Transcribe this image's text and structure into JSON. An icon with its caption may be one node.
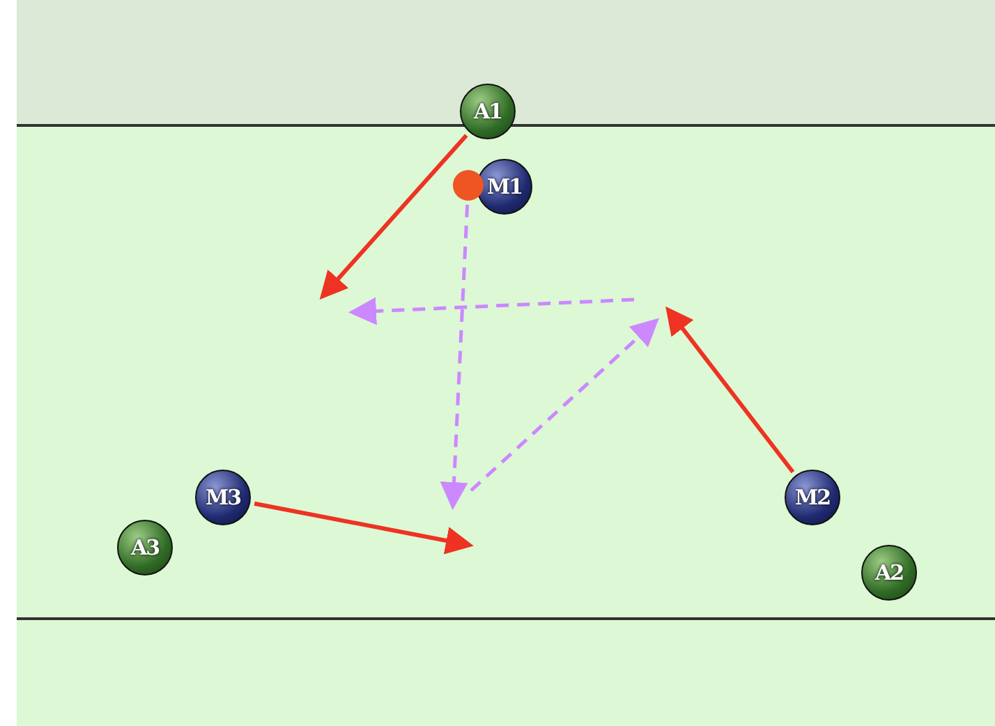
{
  "diagram": {
    "nodes": [
      {
        "text": [
          "A1"
        ]
      },
      {
        "text": [
          "M1"
        ]
      },
      {
        "text": [],
        "shape": "circle"
      },
      {
        "text": [
          "M3"
        ]
      },
      {
        "text": [
          "A3"
        ]
      },
      {
        "text": [
          "M2"
        ]
      },
      {
        "text": [
          "A2"
        ]
      }
    ],
    "edges": [
      {
        "from": 0,
        "to": null,
        "arrow": "to"
      },
      {
        "from": 2,
        "to": null,
        "arrow": "to",
        "style": "dashed",
        "color": "#cc88ff"
      },
      {
        "from": 3,
        "to": null,
        "arrow": "to"
      },
      {
        "from": 5,
        "to": null,
        "arrow": "to"
      }
    ]
  }
}
